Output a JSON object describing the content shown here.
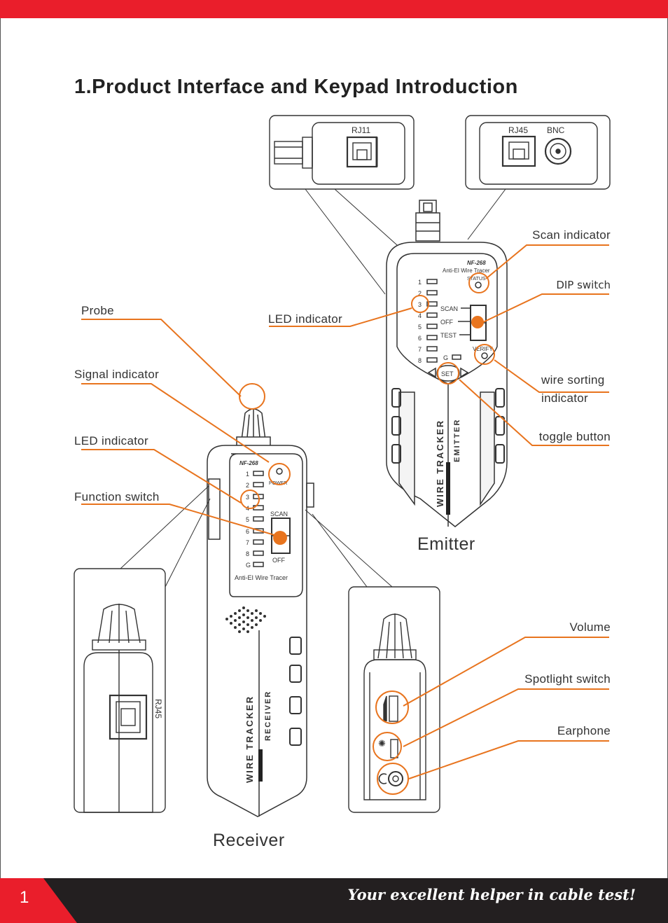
{
  "page": {
    "title": "1.Product Interface and Keypad Introduction",
    "page_number": "1",
    "slogan": "Your excellent helper in cable test!"
  },
  "emitter": {
    "name": "Emitter",
    "model": "NF-268",
    "subtitle": "Anti-EI Wire Tracer",
    "status": "STATUS",
    "verify": "VERIFY",
    "set": "SET",
    "scan": "SCAN",
    "off": "OFF",
    "test": "TEST",
    "g": "G",
    "leds": [
      "1",
      "2",
      "3",
      "4",
      "5",
      "6",
      "7",
      "8"
    ],
    "side_text_1": "WIRE TRACKER",
    "side_text_2": "EMITTER",
    "port_rj11": "RJ11",
    "port_rj45": "RJ45",
    "port_bnc": "BNC"
  },
  "receiver": {
    "name": "Receiver",
    "model": "NF-268",
    "subtitle": "Anti-EI Wire Tracer",
    "power": "POWER",
    "scan": "SCAN",
    "off": "OFF",
    "g": "G",
    "leds": [
      "1",
      "2",
      "3",
      "4",
      "5",
      "6",
      "7",
      "8"
    ],
    "side_text_1": "WIRE TRACKER",
    "side_text_2": "RECEIVER",
    "port_rj45": "RJ45"
  },
  "callouts": {
    "probe": "Probe",
    "signal_indicator": "Signal indicator",
    "led_indicator_receiver": "LED indicator",
    "function_switch": "Function switch",
    "led_indicator_emitter": "LED indicator",
    "scan_indicator": "Scan indicator",
    "dip_switch": "DIP switch",
    "wire_sorting_1": "wire sorting",
    "wire_sorting_2": "indicator",
    "toggle_button": "toggle button",
    "volume": "Volume",
    "spotlight_switch": "Spotlight switch",
    "earphone": "Earphone"
  },
  "colors": {
    "brand_red": "#ea1e2b",
    "footer_dark": "#231f20",
    "callout_orange": "#e8741e",
    "outline": "#333333"
  }
}
